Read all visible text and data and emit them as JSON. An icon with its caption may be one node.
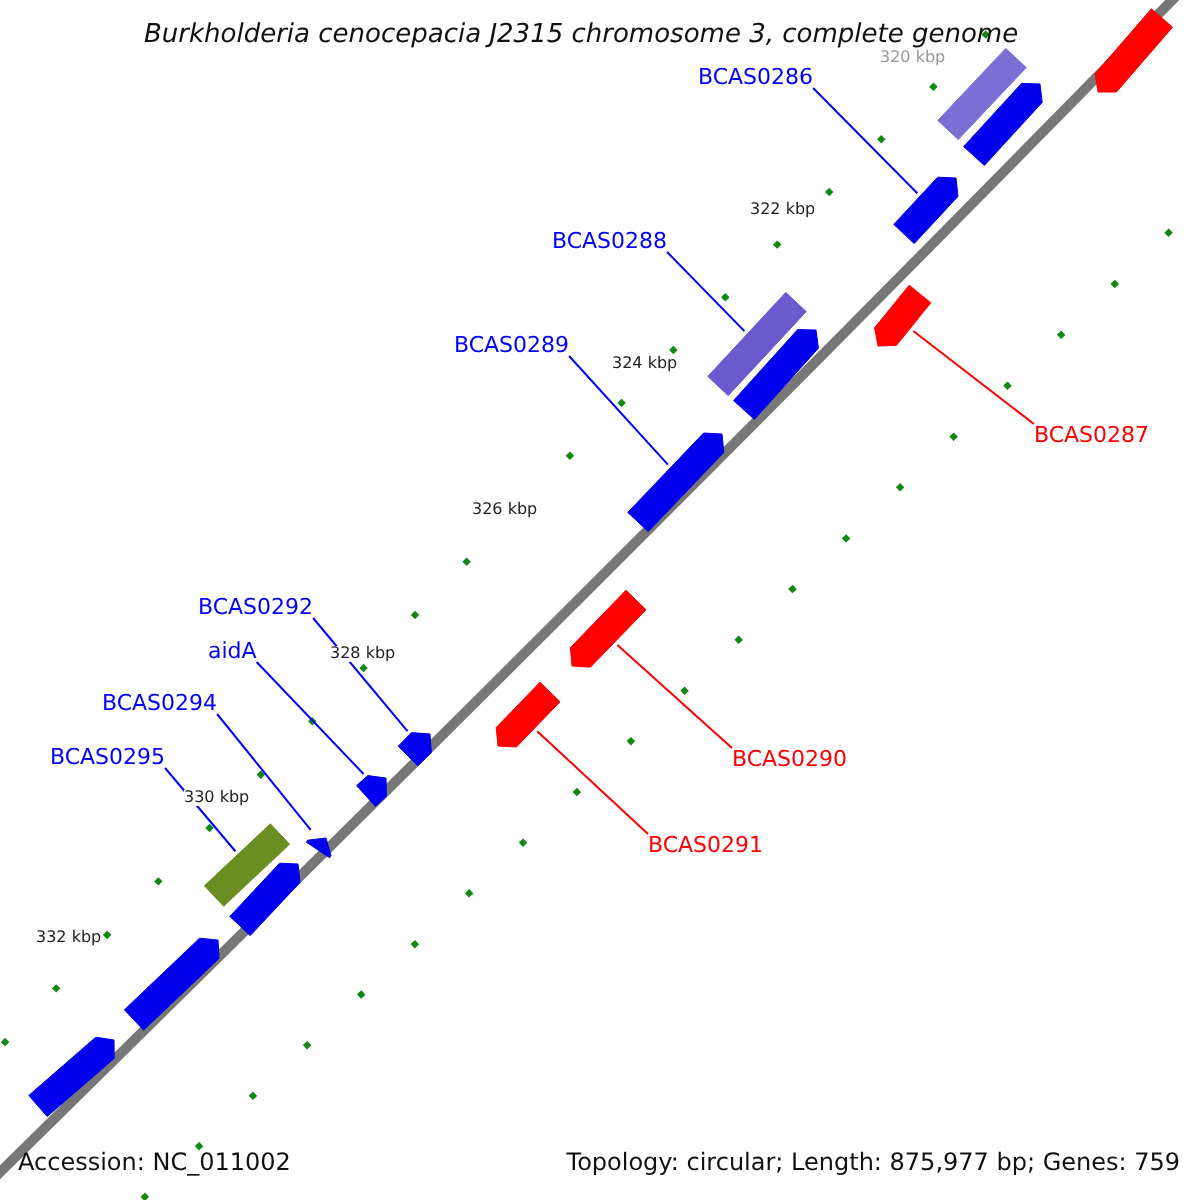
{
  "diagram": {
    "title": "Burkholderia cenocepacia J2315 chromosome 3, complete genome",
    "nodes": [
      {
        "text": [
          "BCAS0286"
        ]
      },
      {
        "text": [
          "BCAS0288"
        ]
      },
      {
        "text": [
          "BCAS0289"
        ]
      },
      {
        "text": [
          "BCAS0287"
        ]
      },
      {
        "text": [
          "BCAS0292"
        ]
      },
      {
        "text": [
          "aidA"
        ]
      },
      {
        "text": [
          "BCAS0294"
        ]
      },
      {
        "text": [
          "BCAS0295"
        ]
      },
      {
        "text": [
          "BCAS0290"
        ]
      },
      {
        "text": [
          "BCAS0291"
        ]
      },
      {
        "text": [],
        "shape": "bar"
      },
      {
        "text": [],
        "shape": "bar"
      },
      {
        "text": [],
        "shape": "bar"
      },
      {
        "text": [],
        "shape": "bar"
      },
      {
        "text": [],
        "shape": "bar"
      },
      {
        "text": [],
        "shape": "bar"
      },
      {
        "text": [],
        "shape": "bar"
      },
      {
        "text": [],
        "shape": "bar"
      },
      {
        "text": [],
        "shape": "bar"
      },
      {
        "text": [],
        "shape": "bar"
      },
      {
        "text": [],
        "shape": "bar"
      },
      {
        "text": [],
        "shape": "bar"
      },
      {
        "text": [],
        "shape": "bar"
      },
      {
        "text": [],
        "shape": "bar"
      },
      {
        "text": [],
        "shape": "bar"
      },
      {
        "text": [],
        "shape": "bar"
      },
      {
        "text": [],
        "shape": "bar"
      }
    ],
    "edges": [
      {
        "from": 0,
        "to": 13,
        "arrow": "none"
      },
      {
        "from": 1,
        "to": 15,
        "arrow": "none"
      },
      {
        "from": 2,
        "to": 17,
        "arrow": "none"
      },
      {
        "from": 3,
        "to": 14,
        "arrow": "none",
        "color": "#ff0000"
      },
      {
        "from": 4,
        "to": 20,
        "arrow": "none"
      },
      {
        "from": 5,
        "to": 21,
        "arrow": "none"
      },
      {
        "from": 6,
        "to": 23,
        "arrow": "none"
      },
      {
        "from": 7,
        "to": 22,
        "arrow": "none"
      },
      {
        "from": 8,
        "to": 18,
        "arrow": "none",
        "color": "#ff0000"
      },
      {
        "from": 9,
        "to": 19,
        "arrow": "none",
        "color": "#ff0000"
      }
    ],
    "labels": [
      "320 kbp",
      "322 kbp",
      "324 kbp",
      "326 kbp",
      "328 kbp",
      "330 kbp",
      "332 kbp",
      "Accession: NC_011002",
      "Topology: circular; Length: 875,977 bp; Genes: 759"
    ]
  }
}
